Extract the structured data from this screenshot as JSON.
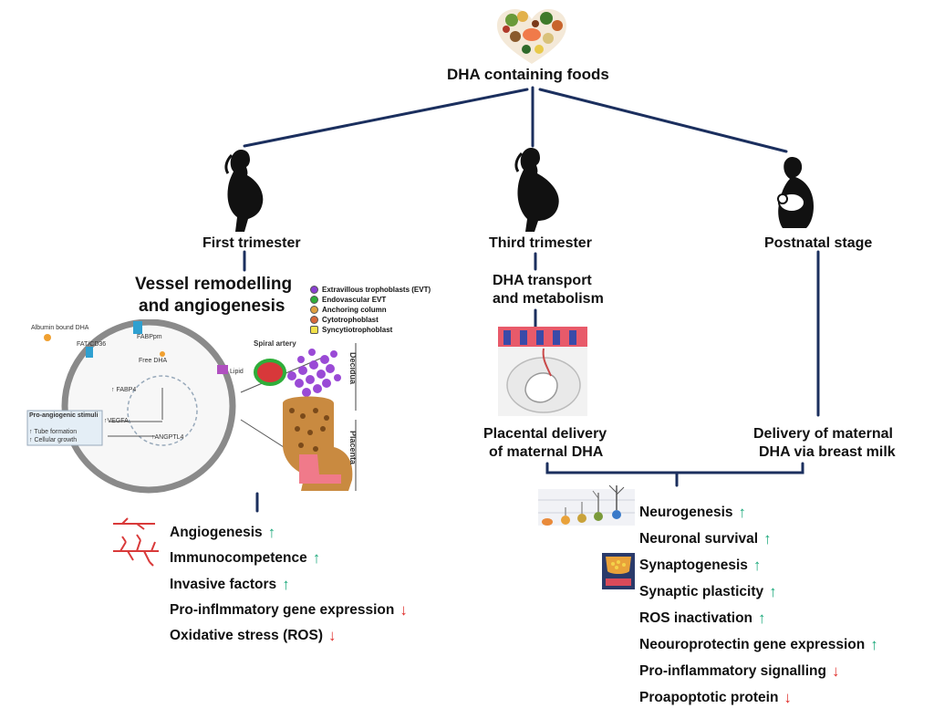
{
  "top": {
    "title": "DHA containing foods"
  },
  "stages": {
    "first": "First trimester",
    "third": "Third trimester",
    "postnatal": "Postnatal stage"
  },
  "first": {
    "heading_line1": "Vessel remodelling",
    "heading_line2": "and angiogenesis",
    "cell_labels": [
      "Albumin bound DHA",
      "FAT/CD36",
      "FABPpm",
      "Free DHA",
      "↑ FABP4",
      "Lipid",
      "Pro-angiogenic stimuli",
      "↑ Tube formation",
      "↑ Cellular growth",
      "↑VEGFA",
      "↑ANGPTL4"
    ],
    "legend": [
      {
        "label": "Extravillous trophoblasts (EVT)",
        "color": "#8a3fd1"
      },
      {
        "label": "Endovascular EVT",
        "color": "#2fae3a"
      },
      {
        "label": "Anchoring column",
        "color": "#e0a040"
      },
      {
        "label": "Cytotrophoblast",
        "color": "#d8683a"
      },
      {
        "label": "Syncytiotrophoblast",
        "color": "#f2e04a"
      }
    ],
    "placenta_labels": {
      "spiral": "Spiral artery",
      "decidua": "Decidua",
      "placenta": "Placenta"
    },
    "effects": [
      {
        "text": "Angiogenesis",
        "dir": "↑",
        "cls": "up"
      },
      {
        "text": "Immunocompetence",
        "dir": "↑",
        "cls": "up"
      },
      {
        "text": "Invasive factors",
        "dir": "↑",
        "cls": "up"
      },
      {
        "text": "Pro-inflmmatory gene expression",
        "dir": "↓",
        "cls": "down"
      },
      {
        "text": "Oxidative stress (ROS)",
        "dir": "↓",
        "cls": "down"
      }
    ]
  },
  "third": {
    "heading_line1": "DHA transport",
    "heading_line2": "and metabolism",
    "delivery_line1": "Placental delivery",
    "delivery_line2": "of maternal DHA"
  },
  "postnatal": {
    "delivery_line1": "Delivery of maternal",
    "delivery_line2": "DHA via breast milk"
  },
  "outcomes": {
    "effects": [
      {
        "text": "Neurogenesis",
        "dir": "↑",
        "cls": "up"
      },
      {
        "text": "Neuronal survival",
        "dir": "↑",
        "cls": "up"
      },
      {
        "text": "Synaptogenesis",
        "dir": "↑",
        "cls": "up"
      },
      {
        "text": "Synaptic plasticity",
        "dir": "↑",
        "cls": "up"
      },
      {
        "text": "ROS inactivation",
        "dir": "↑",
        "cls": "up"
      },
      {
        "text": "Neouroprotectin gene expression",
        "dir": "↑",
        "cls": "up"
      },
      {
        "text": "Pro-inflammatory signalling",
        "dir": "↓",
        "cls": "down"
      },
      {
        "text": "Proapoptotic protein",
        "dir": "↓",
        "cls": "down"
      }
    ]
  },
  "colors": {
    "line": "#1b2f5e",
    "up": "#1aa87a",
    "down": "#e0302c",
    "vessel": "#d93a3a"
  }
}
